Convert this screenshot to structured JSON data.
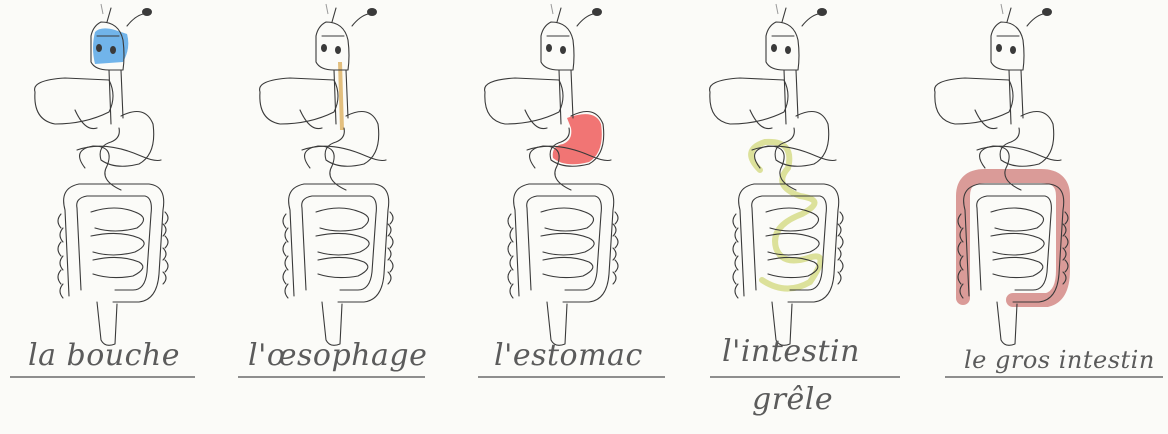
{
  "panels": [
    {
      "id": "bouche",
      "label": "la bouche",
      "label2": "",
      "highlight": "mouth",
      "color": "#4fa3e6"
    },
    {
      "id": "oesophage",
      "label": "l'œsophage",
      "label2": "",
      "highlight": "esophagus",
      "color": "#e0b870"
    },
    {
      "id": "estomac",
      "label": "l'estomac",
      "label2": "",
      "highlight": "stomach",
      "color": "#ef5d5d"
    },
    {
      "id": "intestin",
      "label": "l'intestin",
      "label2": "grêle",
      "highlight": "small-intestine",
      "color": "#d6dc8a"
    },
    {
      "id": "gros",
      "label": "le gros intestin",
      "label2": "",
      "highlight": "large-intestine",
      "color": "#cf7b78"
    }
  ],
  "colors": {
    "ink": "#3a3a3a",
    "pencil": "#6a6a6a",
    "paper": "#fbfbf8"
  }
}
